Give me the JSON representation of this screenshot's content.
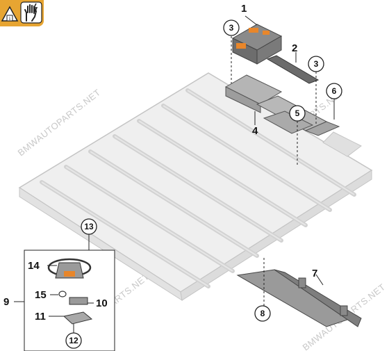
{
  "watermark": "BMWAUTOPARTS.NET",
  "warning_icons": [
    "warning-triangle-info-icon",
    "hand-high-voltage-icon"
  ],
  "callouts": {
    "c1": "1",
    "c2": "2",
    "c3a": "3",
    "c3b": "3",
    "c4": "4",
    "c5": "5",
    "c6": "6",
    "c7": "7",
    "c8": "8",
    "c9": "9",
    "c10": "10",
    "c11": "11",
    "c12": "12",
    "c13": "13",
    "c14": "14",
    "c15": "15"
  },
  "colors": {
    "badge": "#e7a532",
    "tray": "#ececec",
    "part_orange": "#e8862a",
    "part_grey": "#9a9a9a"
  }
}
